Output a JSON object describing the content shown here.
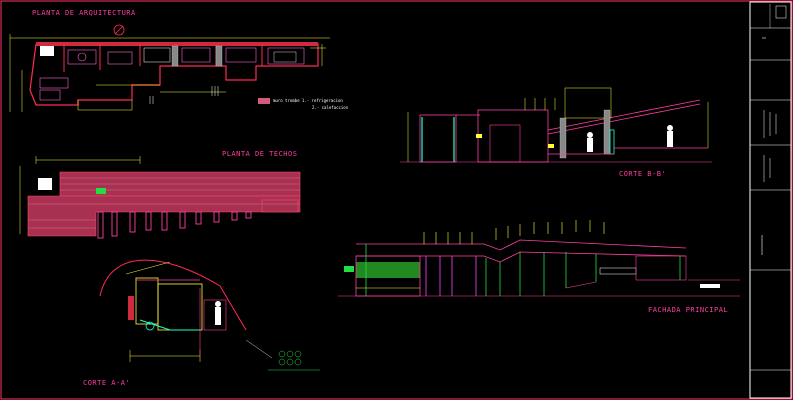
{
  "labels": {
    "planta_arquitectura": "PLANTA DE ARQUITECTURA",
    "planta_techos": "PLANTA DE TECHOS",
    "corte_bb": "CORTE B-B'",
    "corte_aa": "CORTE A-A'",
    "fachada": "FACHADA PRINCIPAL"
  },
  "legend": {
    "line1": "muro trombe  1.- refrigeracion",
    "line2": "2.- calefaccion"
  },
  "colors": {
    "label": "#ff3fa0",
    "wall": "#ff2a55",
    "roof": "#c04060",
    "yellow": "#ffff33",
    "green": "#22dd44",
    "magenta": "#ff44ff",
    "frame": "#ff3366"
  }
}
